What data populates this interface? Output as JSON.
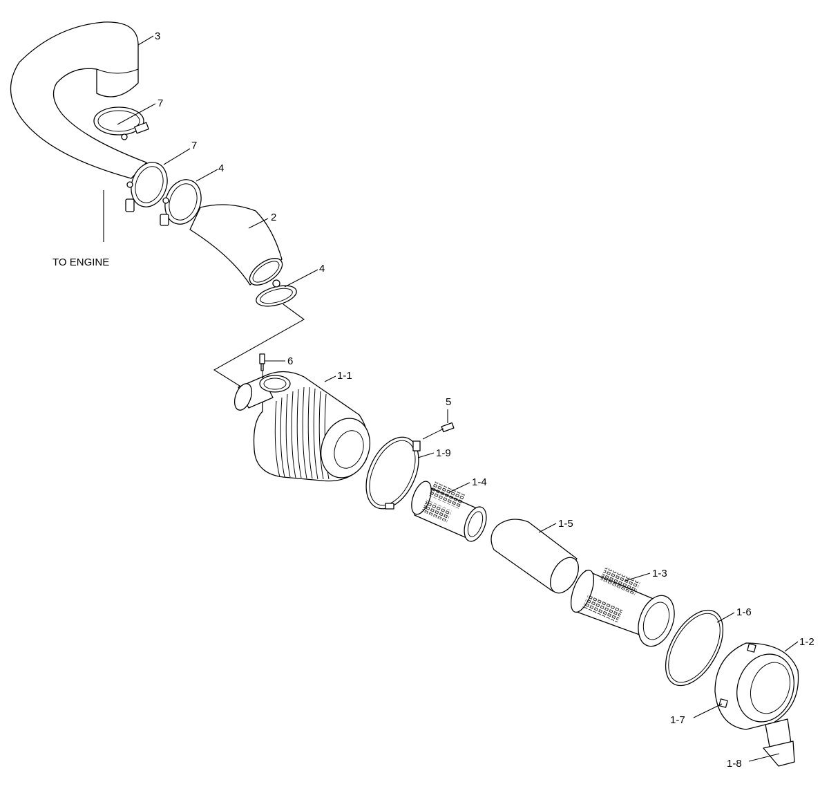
{
  "labels": {
    "p3": "3",
    "p7a": "7",
    "p7b": "7",
    "p4a": "4",
    "p2": "2",
    "to_engine": "TO ENGINE",
    "p4b": "4",
    "p6": "6",
    "p1_1": "1-1",
    "p5": "5",
    "p1_9": "1-9",
    "p1_4": "1-4",
    "p1_5": "1-5",
    "p1_3": "1-3",
    "p1_6": "1-6",
    "p1_2": "1-2",
    "p1_7": "1-7",
    "p1_8": "1-8"
  },
  "colors": {
    "line": "#000000",
    "background": "#ffffff"
  }
}
